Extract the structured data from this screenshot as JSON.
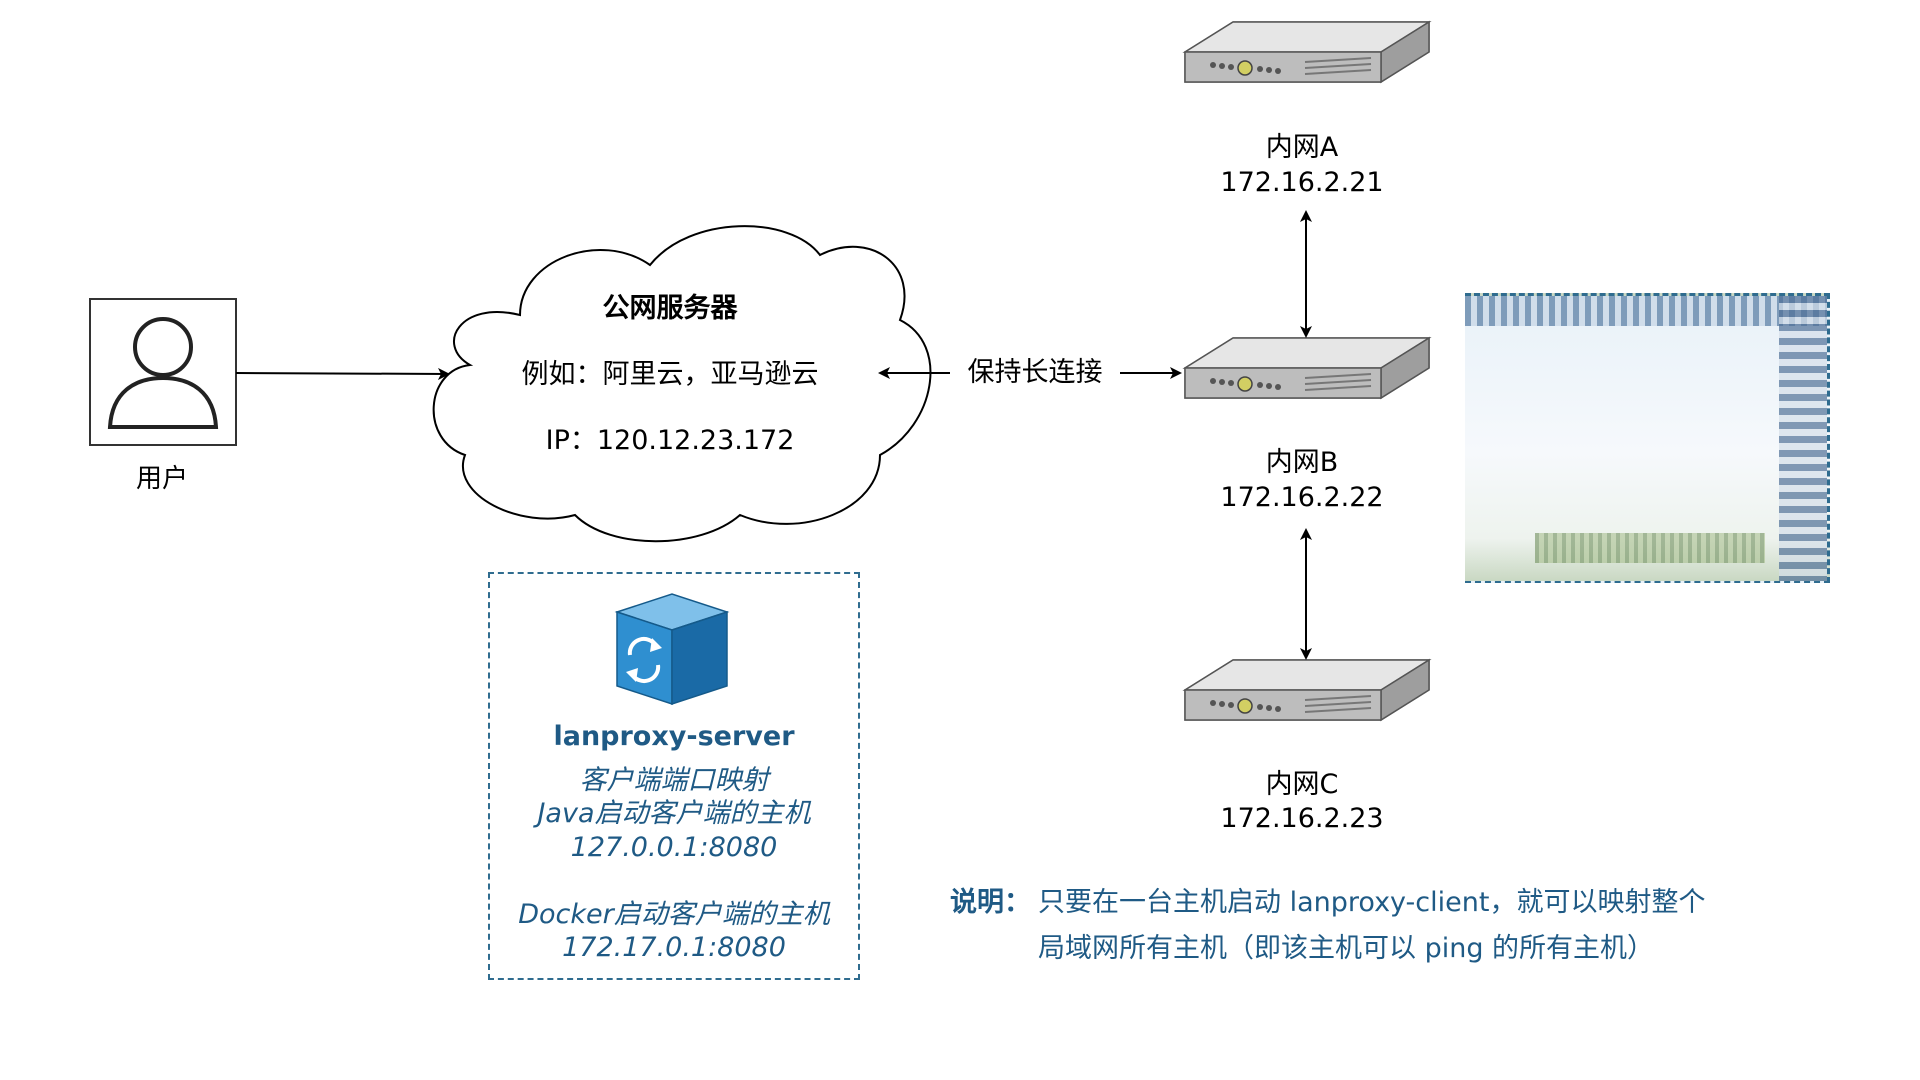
{
  "user": {
    "label": "用户"
  },
  "cloud": {
    "title": "公网服务器",
    "example": "例如：阿里云，亚马逊云",
    "ip": "IP：120.12.23.172"
  },
  "link": {
    "label": "保持长连接"
  },
  "servers": {
    "a": {
      "name": "内网A",
      "ip": "172.16.2.21"
    },
    "b": {
      "name": "内网B",
      "ip": "172.16.2.22"
    },
    "c": {
      "name": "内网C",
      "ip": "172.16.2.23"
    }
  },
  "proxy": {
    "title": "lanproxy-server",
    "line1": "客户端端口映射",
    "line2": "Java启动客户端的主机",
    "line3": "127.0.0.1:8080",
    "line4": "Docker启动客户端的主机",
    "line5": "172.17.0.1:8080"
  },
  "note": {
    "label": "说明：",
    "line1": "只要在一台主机启动 lanproxy-client，就可以映射整个",
    "line2": "局域网所有主机（即该主机可以 ping 的所有主机）"
  },
  "colors": {
    "accent": "#1f5a85",
    "dash_border": "#2f6c8f",
    "cube_blue": "#1f7fc1"
  },
  "icons": {
    "user": "user-silhouette-icon",
    "server": "rack-server-icon",
    "proxy": "sync-cube-icon"
  }
}
